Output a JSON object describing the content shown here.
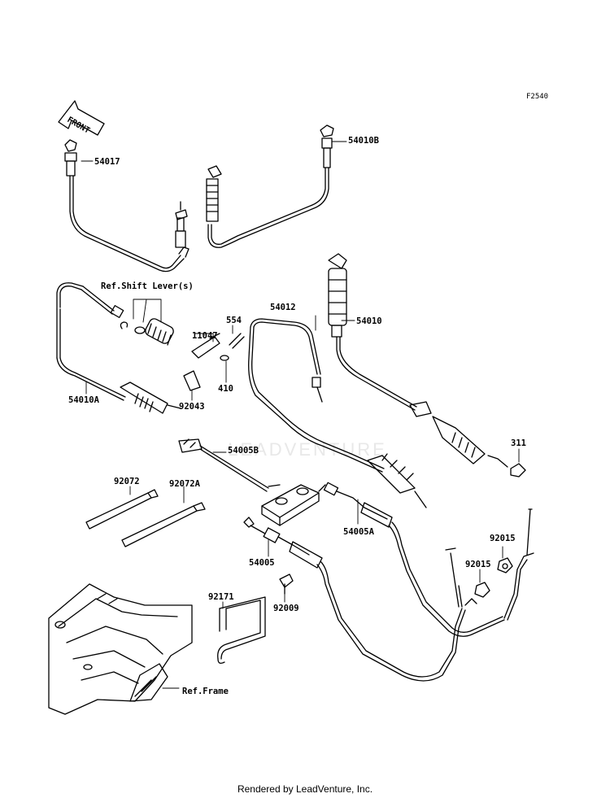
{
  "diagram_id": "F2540",
  "front_arrow_text": "FRONT",
  "watermark": "LEADVENTURE",
  "labels": {
    "p54017": "54017",
    "p54010B": "54010B",
    "ref_shift": "Ref.Shift Lever(s)",
    "p11047": "11047",
    "p554": "554",
    "p410": "410",
    "p92043": "92043",
    "p54010A": "54010A",
    "p54012": "54012",
    "p54010": "54010",
    "p311": "311",
    "p54005B": "54005B",
    "p92072": "92072",
    "p92072A": "92072A",
    "p54005A": "54005A",
    "p92015a": "92015",
    "p92015b": "92015",
    "p54005": "54005",
    "p92171": "92171",
    "p92009": "92009",
    "ref_frame": "Ref.Frame"
  },
  "footer": "Rendered by LeadVenture, Inc."
}
